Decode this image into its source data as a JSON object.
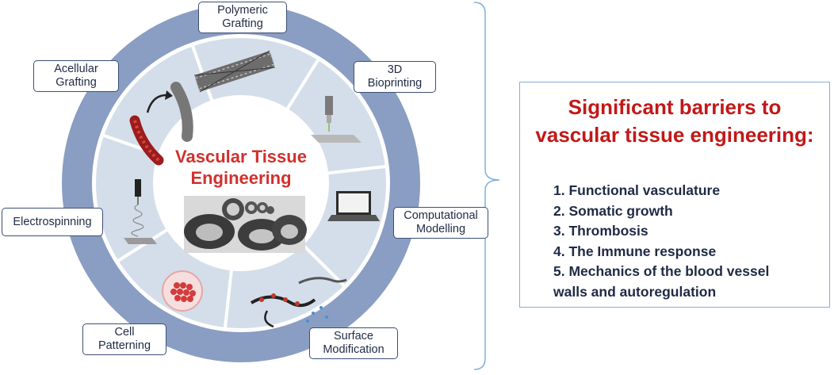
{
  "center": {
    "title_line1": "Vascular Tissue",
    "title_line2": "Engineering"
  },
  "methods": [
    {
      "id": "polymeric-grafting",
      "line1": "Polymeric",
      "line2": "Grafting"
    },
    {
      "id": "3d-bioprinting",
      "line1": "3D",
      "line2": "Bioprinting"
    },
    {
      "id": "computational-modelling",
      "line1": "Computational",
      "line2": "Modelling"
    },
    {
      "id": "surface-modification",
      "line1": "Surface",
      "line2": "Modification"
    },
    {
      "id": "cell-patterning",
      "line1": "Cell",
      "line2": "Patterning"
    },
    {
      "id": "electrospinning",
      "line1": "Electrospinning",
      "line2": ""
    },
    {
      "id": "acellular-grafting",
      "line1": "Acellular",
      "line2": "Grafting"
    }
  ],
  "barriers": {
    "title_line1": "Significant barriers to",
    "title_line2": "vascular tissue engineering:",
    "items": [
      "1. Functional vasculature",
      "2. Somatic growth",
      "3. Thrombosis",
      "4. The Immune response",
      "5. Mechanics of the blood vessel",
      "walls and autoregulation"
    ]
  },
  "colors": {
    "outer_ring": "#8a9dc2",
    "segments": "#d4deea",
    "center_fill": "#ffffff",
    "title_red": "#d0312d",
    "panel_title_red": "#c21818",
    "panel_border": "#7fb0d9",
    "bracket": "#7fb0d9"
  }
}
